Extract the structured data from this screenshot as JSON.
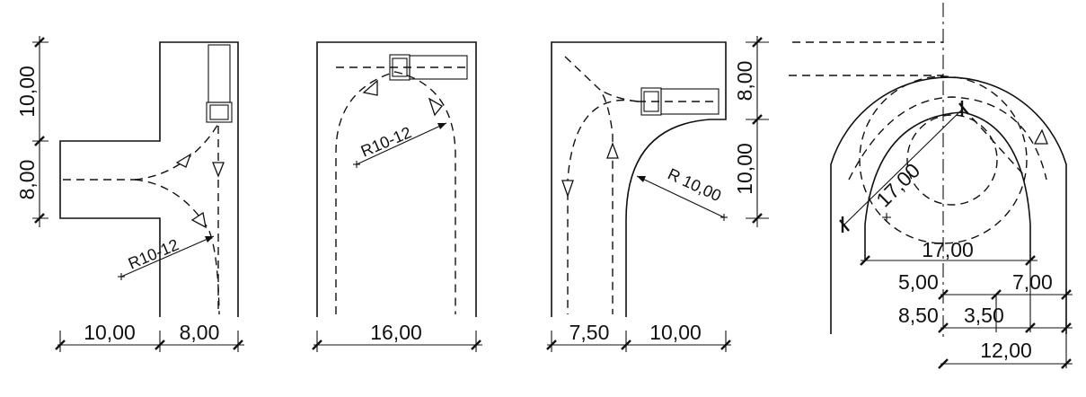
{
  "diagram1": {
    "dims": [
      "10,00",
      "8,00",
      "10,00",
      "8,00"
    ],
    "radius": "R10-12"
  },
  "diagram2": {
    "dims": [
      "16,00"
    ],
    "radius": "R10-12"
  },
  "diagram3": {
    "dims": [
      "7,50",
      "10,00",
      "8,00",
      "10,00"
    ],
    "radius": "R 10,00"
  },
  "diagram4": {
    "dims": [
      "17,00",
      "17,00",
      "5,00",
      "7,00",
      "8,50",
      "3,50",
      "12,00"
    ]
  }
}
